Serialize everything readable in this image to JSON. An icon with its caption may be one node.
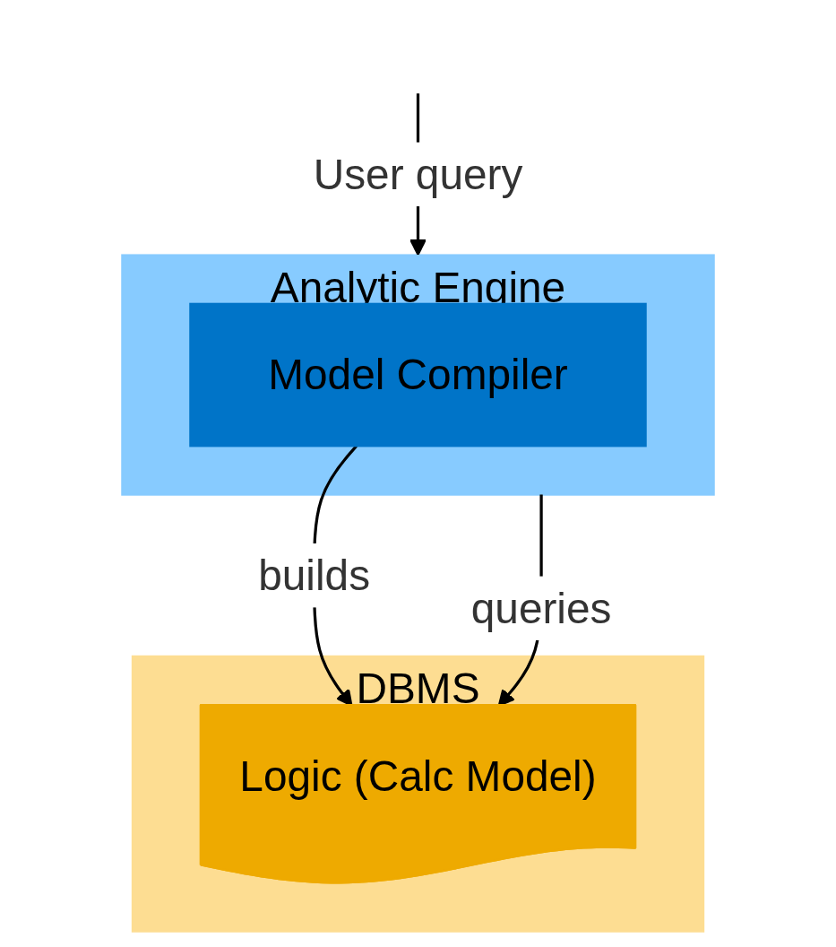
{
  "diagram": {
    "nodes": [
      {
        "text": [
          "Analytic Engine"
        ]
      },
      {
        "text": [
          "Model Compiler"
        ],
        "in": 0
      },
      {
        "text": [
          "DBMS"
        ]
      },
      {
        "text": [
          "Logic (Calc Model)"
        ],
        "in": 2
      }
    ],
    "edges": [
      {
        "from": null,
        "to": 0,
        "arrow": "to",
        "label": "User query"
      },
      {
        "from": 0,
        "to": 3,
        "arrow": "to",
        "label": "queries"
      },
      {
        "from": 1,
        "to": 3,
        "arrow": "to",
        "label": "builds"
      }
    ]
  }
}
